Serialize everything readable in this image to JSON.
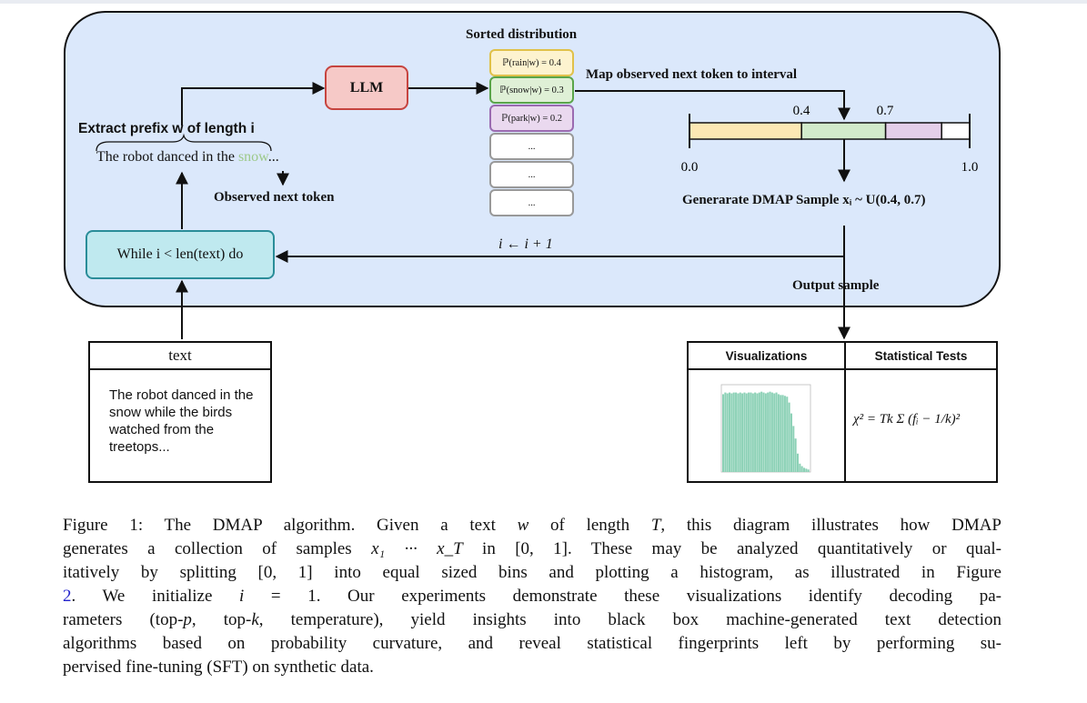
{
  "diagram": {
    "sorted_title": "Sorted distribution",
    "llm_label": "LLM",
    "tokens": [
      {
        "label": "ℙ(rain|w) = 0.4",
        "border": "#e0c14a",
        "fill": "#fdf3cf"
      },
      {
        "label": "ℙ(snow|w) = 0.3",
        "border": "#5aa54a",
        "fill": "#dff0d6"
      },
      {
        "label": "ℙ(park|w) = 0.2",
        "border": "#9b6bb1",
        "fill": "#ead9ef"
      },
      {
        "label": "...",
        "border": "#999999",
        "fill": "#ffffff"
      },
      {
        "label": "...",
        "border": "#999999",
        "fill": "#ffffff"
      },
      {
        "label": "...",
        "border": "#999999",
        "fill": "#ffffff"
      }
    ],
    "map_label": "Map observed next token to interval",
    "extract_label": "Extract prefix w of length i",
    "sentence_main": "The robot danced in the",
    "sentence_token": "snow",
    "sentence_tail": "...",
    "observed_label": "Observed next token",
    "interval": {
      "label_start": "0.0",
      "label_end": "1.0",
      "label_a": "0.4",
      "label_b": "0.7",
      "segments": [
        {
          "from": 0.0,
          "to": 0.4,
          "color": "#fce8b4"
        },
        {
          "from": 0.4,
          "to": 0.7,
          "color": "#d2ebcb"
        },
        {
          "from": 0.7,
          "to": 0.9,
          "color": "#e4cfe9"
        },
        {
          "from": 0.9,
          "to": 1.0,
          "color": "#ffffff"
        }
      ]
    },
    "generate_label": "Generarate DMAP Sample xᵢ ~ U(0.4, 0.7)",
    "increment_label": "i ← i + 1",
    "while_label": "While i < len(text) do",
    "output_label": "Output sample",
    "text_box": {
      "header": "text",
      "body": "The robot danced in the snow while the birds watched from the treetops..."
    },
    "results": {
      "visualizations_header": "Visualizations",
      "tests_header": "Statistical Tests",
      "formula": "χ² = Tk Σ (fᵢ − 1/k)²"
    }
  },
  "chart_data": {
    "type": "bar",
    "bar_color": "#8cd1b6",
    "values": [
      0.93,
      0.95,
      0.94,
      0.95,
      0.94,
      0.95,
      0.95,
      0.94,
      0.95,
      0.94,
      0.95,
      0.94,
      0.95,
      0.95,
      0.94,
      0.95,
      0.94,
      0.95,
      0.96,
      0.95,
      0.94,
      0.95,
      0.96,
      0.95,
      0.94,
      0.95,
      0.93,
      0.92,
      0.92,
      0.91,
      0.9,
      0.83,
      0.7,
      0.55,
      0.4,
      0.22,
      0.1,
      0.07,
      0.05,
      0.04,
      0.03
    ],
    "ylim": [
      0,
      1
    ]
  },
  "caption": {
    "lines": [
      [
        "Figure 1: The DMAP algorithm. Given a text ",
        "w",
        " of length ",
        "T",
        ", this diagram illustrates how DMAP"
      ],
      [
        "generates a collection of samples ",
        "x₁ ··· x_T",
        " in [0, 1]. These may be analyzed quantitatively or qual-"
      ],
      [
        "itatively by splitting [0, 1] into equal sized bins and plotting a histogram, as illustrated in Figure"
      ],
      [
        "2",
        ". We initialize ",
        "i",
        " = 1. Our experiments demonstrate these visualizations identify decoding pa-"
      ],
      [
        "rameters (top-",
        "p",
        ", top-",
        "k",
        ", temperature), yield insights into black box machine-generated text detection"
      ],
      [
        "algorithms based on probability curvature, and reveal statistical fingerprints left by performing su-"
      ],
      [
        "pervised fine-tuning (SFT) on synthetic data."
      ]
    ]
  }
}
